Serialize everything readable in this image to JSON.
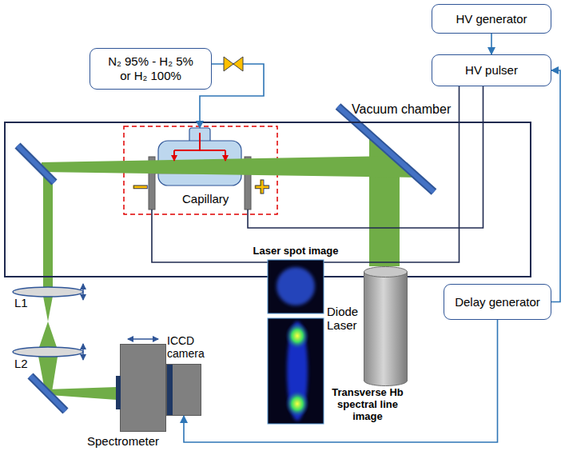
{
  "diagram": {
    "nodes": [
      {
        "text": [
          "HV generator"
        ]
      },
      {
        "text": [
          "N₂ 95% - H₂ 5% or H₂ 100%"
        ]
      },
      {
        "text": [
          "HV pulser"
        ]
      },
      {
        "text": [
          "Vacuum chamber"
        ]
      },
      {
        "text": [
          "Capillary"
        ],
        "in": 3
      },
      {
        "text": [
          "Diode Laser"
        ]
      },
      {
        "text": [
          "Delay generator"
        ]
      },
      {
        "text": [
          "Spectrometer"
        ]
      },
      {
        "text": [
          "ICCD camera"
        ]
      }
    ],
    "edges": [
      {
        "from": 0,
        "to": 2,
        "arrow": "to"
      },
      {
        "from": 1,
        "to": 4,
        "arrow": "to"
      },
      {
        "from": 2,
        "to": 4,
        "arrow": "none"
      },
      {
        "from": 2,
        "to": 4,
        "arrow": "none"
      },
      {
        "from": 6,
        "to": 2,
        "arrow": "to"
      },
      {
        "from": 6,
        "to": 8,
        "arrow": "to"
      }
    ],
    "labels": [
      "−",
      "+",
      "L1",
      "L2",
      "Laser spot image",
      "Transverse Hb spectral line image"
    ]
  }
}
